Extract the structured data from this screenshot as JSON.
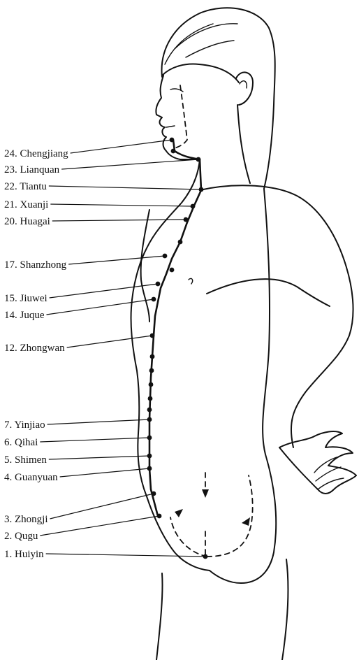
{
  "figure": {
    "points": [
      {
        "label": "24. Chengjiang"
      },
      {
        "label": "23. Lianquan"
      },
      {
        "label": "22. Tiantu"
      },
      {
        "label": "21. Xuanji"
      },
      {
        "label": "20. Huagai"
      },
      {
        "label": "17. Shanzhong"
      },
      {
        "label": "15. Jiuwei"
      },
      {
        "label": "14. Juque"
      },
      {
        "label": "12. Zhongwan"
      },
      {
        "label": "7. Yinjiao"
      },
      {
        "label": "6. Qihai"
      },
      {
        "label": "5. Shimen"
      },
      {
        "label": "4. Guanyuan"
      },
      {
        "label": "3. Zhongji"
      },
      {
        "label": "2. Qugu"
      },
      {
        "label": "1. Huiyin"
      }
    ]
  }
}
